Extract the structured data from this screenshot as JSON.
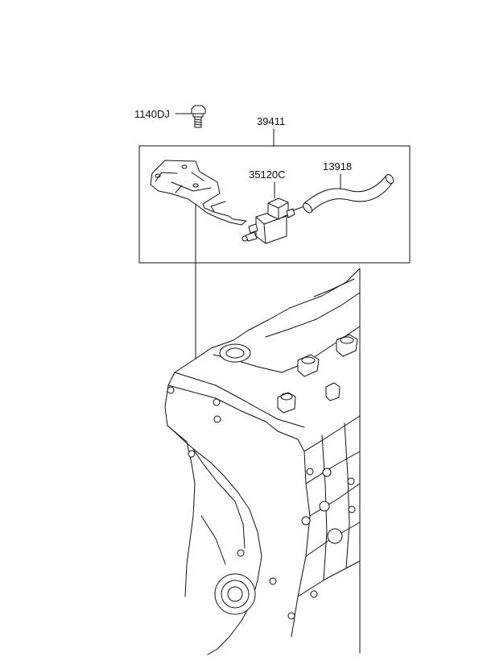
{
  "parts": {
    "bolt": "1140DJ",
    "assembly": "39411",
    "solenoid_valve": "35120C",
    "hose": "13918"
  }
}
